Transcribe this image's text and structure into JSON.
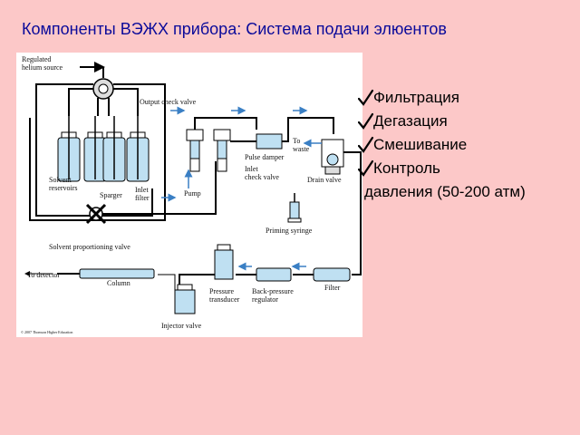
{
  "title": "Компоненты ВЭЖХ прибора: Система подачи элюентов",
  "bullets": [
    "Фильтрация",
    "Дегазация",
    "Смешивание",
    "Контроль"
  ],
  "bullet_continuation": "давления (50-200 атм)",
  "colors": {
    "background": "#fcc8c8",
    "title": "#0a0a9a",
    "flow_arrow": "#3a7fc4",
    "tubing": "#000000",
    "glass": "#bfe0f2"
  },
  "diagram": {
    "labels": {
      "regulated_helium": "Regulated",
      "regulated_helium_2": "helium source",
      "output_check_valve": "Output check valve",
      "pulse_damper": "Pulse damper",
      "to_waste": "To",
      "to_waste_2": "waste",
      "inlet_check_valve": "Inlet",
      "inlet_check_valve_2": "check valve",
      "drain_valve": "Drain valve",
      "solvent_reservoirs": "Solvent",
      "solvent_reservoirs_2": "reservoirs",
      "sparger": "Sparger",
      "inlet_filter": "Inlet",
      "inlet_filter_2": "filter",
      "pump": "Pump",
      "priming_syringe": "Priming syringe",
      "solvent_proportioning_valve": "Solvent proportioning valve",
      "to_detector": "To detector",
      "column": "Column",
      "pressure_transducer": "Pressure",
      "pressure_transducer_2": "transducer",
      "back_pressure_regulator": "Back-pressure",
      "back_pressure_regulator_2": "regulator",
      "filter": "Filter",
      "injector_valve": "Injector valve",
      "copyright": "© 2007 Thomson Higher Education"
    }
  }
}
